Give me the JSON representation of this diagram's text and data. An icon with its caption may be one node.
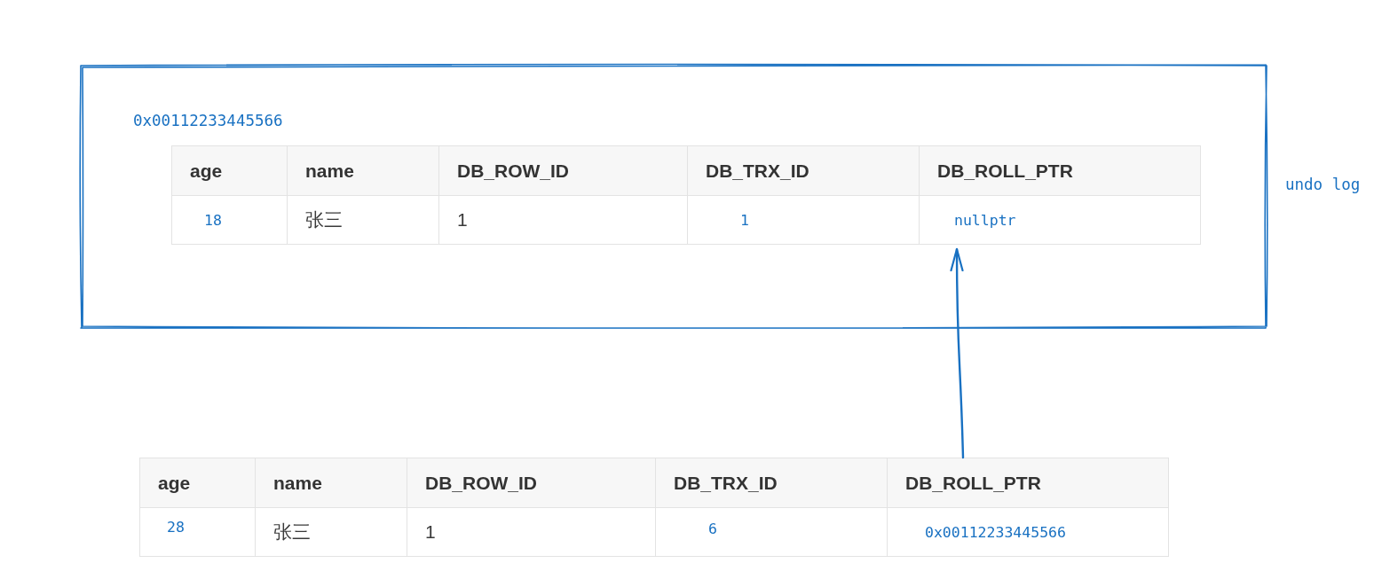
{
  "diagram": {
    "nodes": [
      {
        "text": [
          "0x00112233445566"
        ],
        "beside": [
          "undo log"
        ]
      },
      {
        "text": [
          "age",
          "name",
          "DB_ROW_ID",
          "DB_TRX_ID",
          "DB_ROLL_PTR",
          "18",
          "张三",
          "1",
          "1",
          "nullptr"
        ],
        "in": 0
      },
      {
        "text": [
          "age",
          "name",
          "DB_ROW_ID",
          "DB_TRX_ID",
          "DB_ROLL_PTR",
          "28",
          "张三",
          "1",
          "6",
          "0x00112233445566"
        ]
      }
    ],
    "edges": [
      {
        "from": 2,
        "to": 1,
        "arrow": "to"
      }
    ]
  }
}
